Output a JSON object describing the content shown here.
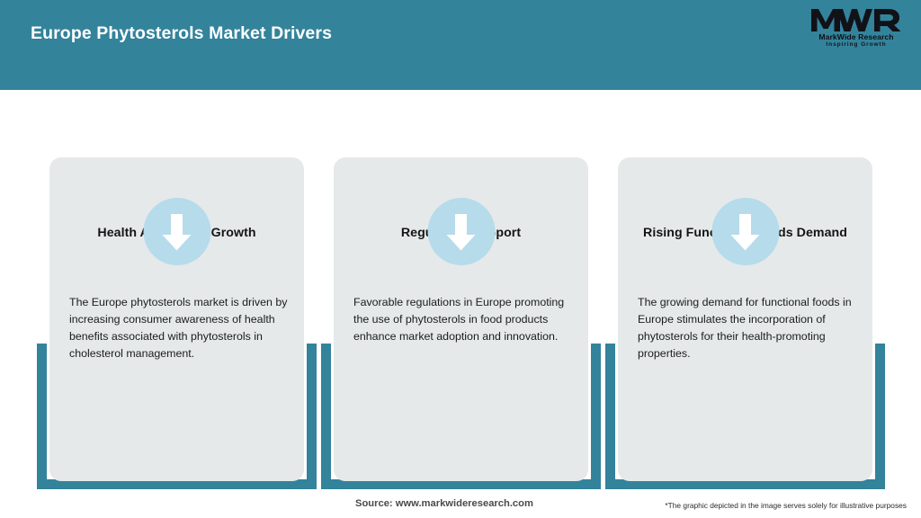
{
  "header": {
    "title": "Europe Phytosterols Market Drivers",
    "background_color": "#33839b",
    "title_color": "#ffffff"
  },
  "logo": {
    "mark": "MWR",
    "name": "MarkWide Research",
    "tagline": "Inspiring Growth"
  },
  "cards": [
    {
      "icon": "down-arrow-icon",
      "title": "Health Awareness Growth",
      "body": "The Europe phytosterols market is driven by increasing consumer awareness of health benefits associated with phytosterols in cholesterol management."
    },
    {
      "icon": "down-arrow-icon",
      "title": "Regulatory Support",
      "body": "Favorable regulations in Europe promoting the use of phytosterols in food products enhance market adoption and innovation."
    },
    {
      "icon": "down-arrow-icon",
      "title": "Rising Functional Foods Demand",
      "body": "The growing demand for functional foods in Europe stimulates the incorporation of phytosterols for their health-promoting properties."
    }
  ],
  "footer": {
    "source": "Source: www.markwideresearch.com",
    "disclaimer": "*The graphic depicted in the image serves solely for illustrative purposes"
  },
  "colors": {
    "accent_teal": "#33839b",
    "card_gray": "#e5e9ea",
    "icon_blue": "#b6dbeb",
    "page_background": "#ffffff"
  }
}
